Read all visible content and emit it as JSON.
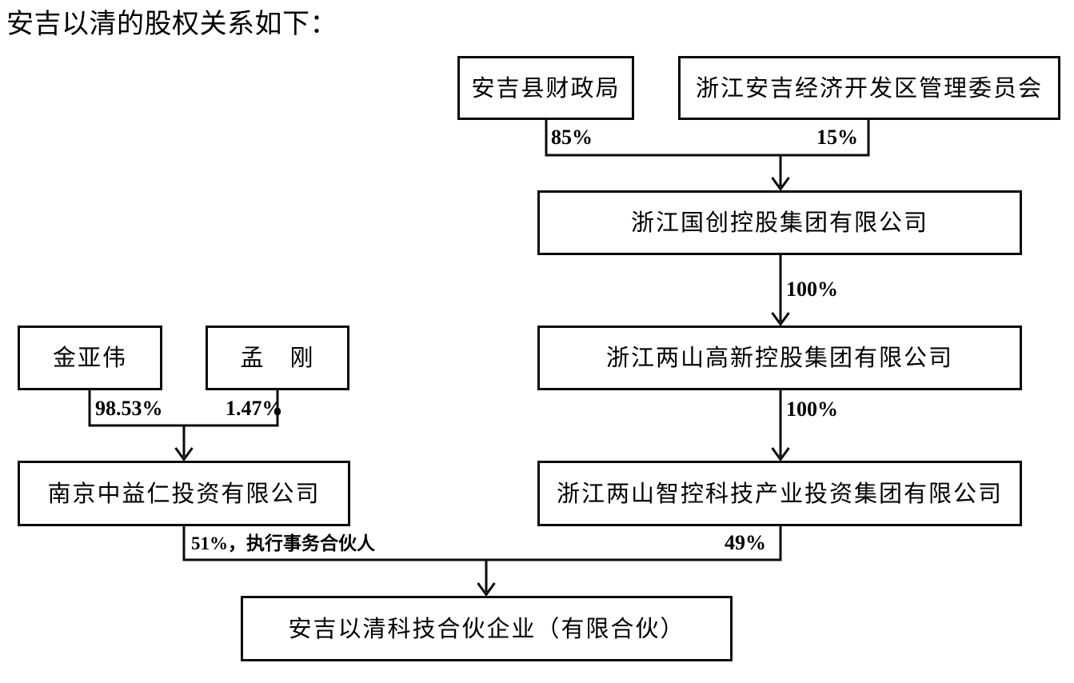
{
  "title": "安吉以清的股权关系如下：",
  "colors": {
    "background": "#ffffff",
    "box_border": "#000000",
    "line": "#000000",
    "text": "#000000"
  },
  "nodes": [
    {
      "id": "anji-finance-bureau",
      "label": "安吉县财政局"
    },
    {
      "id": "anji-devzone-committee",
      "label": "浙江安吉经济开发区管理委员会"
    },
    {
      "id": "guochuang-holding",
      "label": "浙江国创控股集团有限公司"
    },
    {
      "id": "liangshan-gaoxin-holding",
      "label": "浙江两山高新控股集团有限公司"
    },
    {
      "id": "liangshan-zhikong-group",
      "label": "浙江两山智控科技产业投资集团有限公司"
    },
    {
      "id": "jin-yawei",
      "label": "金亚伟"
    },
    {
      "id": "meng-gang",
      "label": "孟　刚"
    },
    {
      "id": "nanjing-zhongyiren",
      "label": "南京中益仁投资有限公司"
    },
    {
      "id": "anji-yiqing-partnership",
      "label": "安吉以清科技合伙企业（有限合伙）"
    }
  ],
  "edges": [
    {
      "from": "安吉县财政局",
      "to": "浙江国创控股集团有限公司",
      "label": "85%"
    },
    {
      "from": "浙江安吉经济开发区管理委员会",
      "to": "浙江国创控股集团有限公司",
      "label": "15%"
    },
    {
      "from": "浙江国创控股集团有限公司",
      "to": "浙江两山高新控股集团有限公司",
      "label": "100%"
    },
    {
      "from": "浙江两山高新控股集团有限公司",
      "to": "浙江两山智控科技产业投资集团有限公司",
      "label": "100%"
    },
    {
      "from": "金亚伟",
      "to": "南京中益仁投资有限公司",
      "label": "98.53%"
    },
    {
      "from": "孟　刚",
      "to": "南京中益仁投资有限公司",
      "label": "1.47%"
    },
    {
      "from": "南京中益仁投资有限公司",
      "to": "安吉以清科技合伙企业（有限合伙）",
      "label": "51%，执行事务合伙人"
    },
    {
      "from": "浙江两山智控科技产业投资集团有限公司",
      "to": "安吉以清科技合伙企业（有限合伙）",
      "label": "49%"
    }
  ]
}
